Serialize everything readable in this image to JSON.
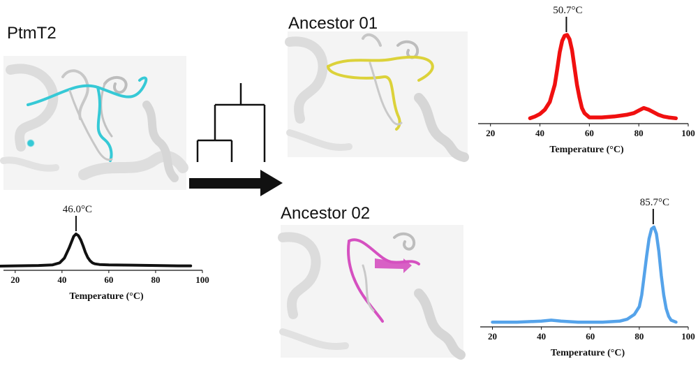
{
  "labels": {
    "ptmt2": "PtmT2",
    "ancestor01": "Ancestor 01",
    "ancestor02": "Ancestor 02"
  },
  "colors": {
    "ptmt2": "#111111",
    "ancestor01": "#f01010",
    "ancestor02": "#55a3ea",
    "loop_cyan": "#36c9d6",
    "loop_yellow": "#dcd23a",
    "loop_magenta": "#d550c0",
    "protein_gray": "#cfcfcf"
  },
  "icons": [
    "protein-structure-image",
    "phylogenetic-tree-icon",
    "arrow-right-icon"
  ],
  "chart_data": [
    {
      "id": "ptmt2",
      "type": "line",
      "xlabel": "Temperature (°C)",
      "ylabel": "",
      "xlim": [
        15,
        100
      ],
      "xticks": [
        20,
        40,
        60,
        80,
        100
      ],
      "grid": false,
      "peak_label": "46.0°C",
      "peak_x": 46.0,
      "series": [
        {
          "x": [
            12,
            20,
            30,
            36,
            39,
            41,
            43,
            45,
            46,
            47,
            48,
            49,
            50,
            51,
            52,
            53,
            54,
            56,
            60,
            70,
            80,
            90,
            95
          ],
          "y": [
            0.04,
            0.05,
            0.06,
            0.08,
            0.14,
            0.28,
            0.58,
            0.93,
            1.0,
            0.95,
            0.83,
            0.65,
            0.45,
            0.3,
            0.2,
            0.14,
            0.11,
            0.09,
            0.08,
            0.07,
            0.06,
            0.05,
            0.05
          ]
        }
      ]
    },
    {
      "id": "ancestor01",
      "type": "line",
      "xlabel": "Temperature (°C)",
      "ylabel": "",
      "xlim": [
        15,
        100
      ],
      "xticks": [
        20,
        40,
        60,
        80,
        100
      ],
      "grid": false,
      "peak_label": "50.7°C",
      "peak_x": 50.7,
      "series": [
        {
          "x": [
            36,
            38,
            40,
            42,
            44,
            46,
            47,
            48,
            49,
            50,
            51,
            52,
            53,
            54,
            55,
            56,
            57,
            58,
            60,
            65,
            70,
            75,
            78,
            80,
            82,
            84,
            86,
            88,
            90,
            92,
            95
          ],
          "y": [
            0.03,
            0.05,
            0.08,
            0.13,
            0.22,
            0.42,
            0.6,
            0.8,
            0.93,
            0.99,
            1.0,
            0.95,
            0.82,
            0.62,
            0.42,
            0.27,
            0.15,
            0.09,
            0.04,
            0.04,
            0.05,
            0.07,
            0.09,
            0.12,
            0.15,
            0.13,
            0.1,
            0.07,
            0.05,
            0.04,
            0.03
          ]
        }
      ]
    },
    {
      "id": "ancestor02",
      "type": "line",
      "xlabel": "Temperature (°C)",
      "ylabel": "",
      "xlim": [
        15,
        100
      ],
      "xticks": [
        20,
        40,
        60,
        80,
        100
      ],
      "grid": false,
      "peak_label": "85.7°C",
      "peak_x": 85.7,
      "series": [
        {
          "x": [
            20,
            30,
            40,
            44,
            48,
            55,
            65,
            72,
            75,
            78,
            80,
            81,
            82,
            83,
            84,
            85,
            86,
            87,
            88,
            89,
            90,
            91,
            92,
            93,
            95
          ],
          "y": [
            0.02,
            0.02,
            0.03,
            0.04,
            0.03,
            0.02,
            0.02,
            0.03,
            0.05,
            0.1,
            0.18,
            0.3,
            0.5,
            0.7,
            0.88,
            0.98,
            1.0,
            0.93,
            0.75,
            0.5,
            0.3,
            0.16,
            0.08,
            0.04,
            0.02
          ]
        }
      ]
    }
  ]
}
